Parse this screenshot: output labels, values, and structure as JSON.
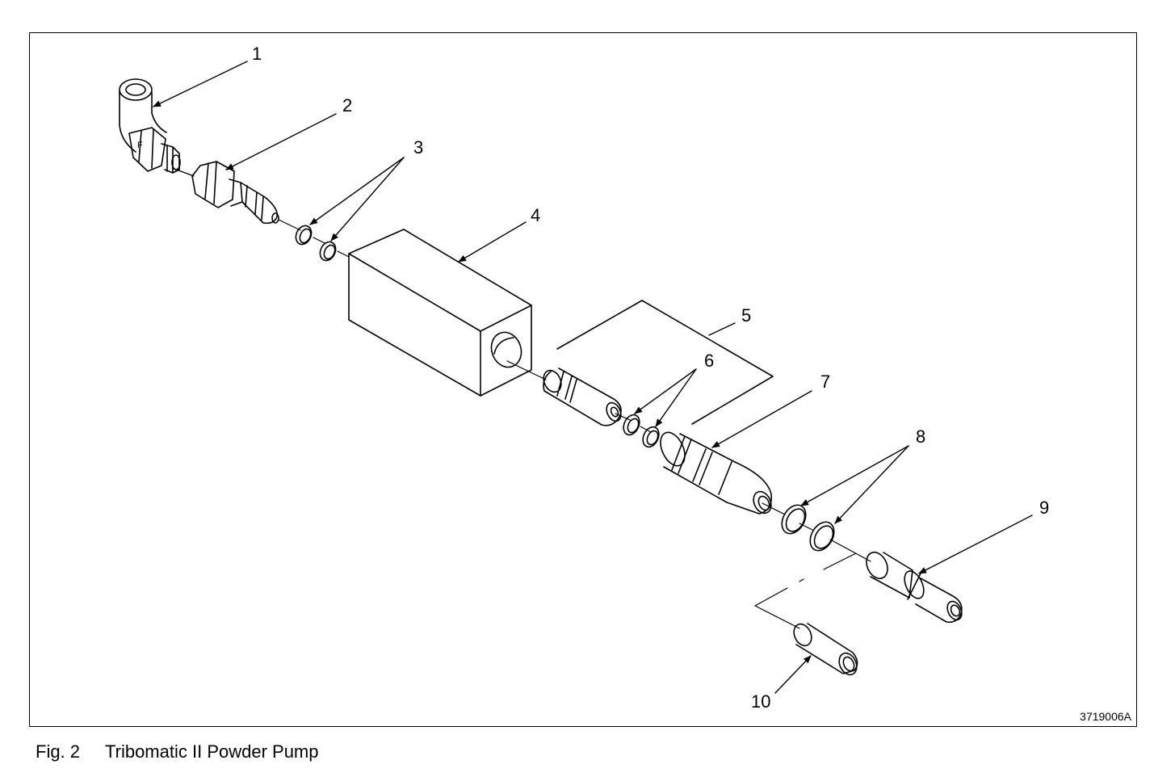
{
  "figure": {
    "caption_number": "Fig. 2",
    "caption_title": "Tribomatic II Powder Pump",
    "drawing_id": "3719006A"
  },
  "callouts": [
    "1",
    "2",
    "3",
    "4",
    "5",
    "6",
    "7",
    "8",
    "9",
    "10"
  ]
}
